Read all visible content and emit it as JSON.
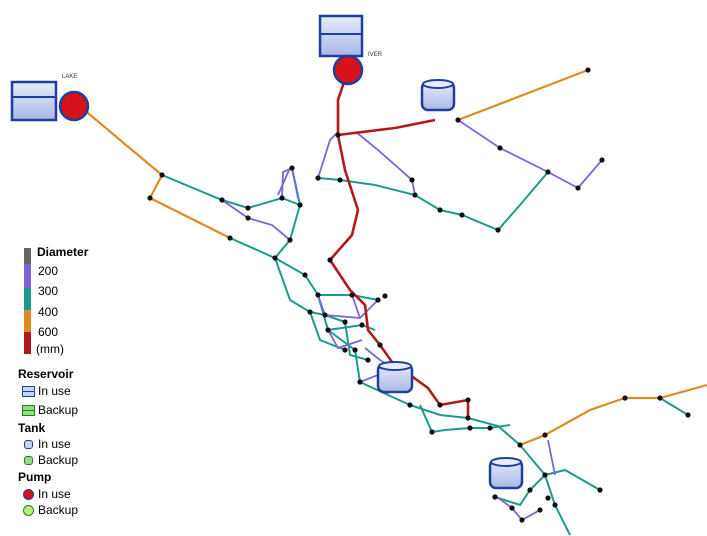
{
  "diagram": {
    "labels": {
      "lake": "LAKE",
      "river": "IVER"
    }
  },
  "legend": {
    "diameter": {
      "title": "Diameter",
      "items": [
        {
          "label": "200",
          "color": "#7f64d6"
        },
        {
          "label": "300",
          "color": "#1d9a8e"
        },
        {
          "label": "400",
          "color": "#e08a24"
        },
        {
          "label": "600",
          "color": "#b01a1a"
        }
      ],
      "unit": "(mm)",
      "top_color": "#666666"
    },
    "reservoir": {
      "title": "Reservoir",
      "in_use": "In use",
      "backup": "Backup"
    },
    "tank": {
      "title": "Tank",
      "in_use": "In use",
      "backup": "Backup"
    },
    "pump": {
      "title": "Pump",
      "in_use": "In use",
      "backup": "Backup"
    },
    "colors": {
      "in_use_fill": "#c8d4f0",
      "in_use_stroke": "#1f3f9a",
      "backup_fill": "#8ee07a",
      "pump_in_use": "#d8121c",
      "pump_backup": "#b8f07a"
    }
  }
}
